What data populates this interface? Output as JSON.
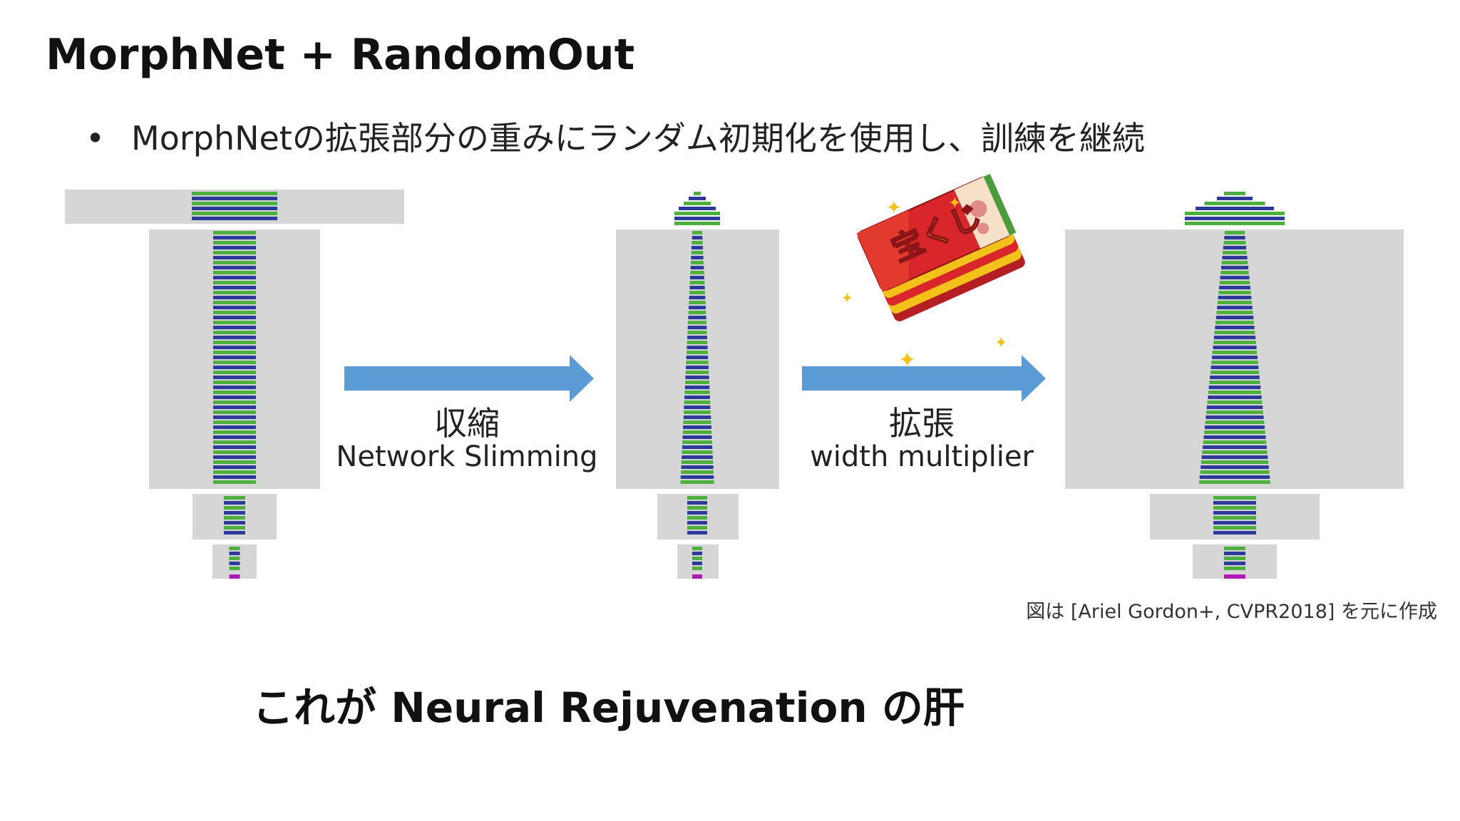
{
  "slide": {
    "title": "MorphNet + RandomOut",
    "bullet": "MorphNetの拡張部分の重みにランダム初期化を使用し、訓練を継続",
    "arrows": [
      {
        "jp": "収縮",
        "en": "Network Slimming"
      },
      {
        "jp": "拡張",
        "en": "width multiplier"
      }
    ],
    "ticket_text": "宝くじ",
    "caption": "図は [Ariel Gordon+, CVPR2018] を元に作成",
    "punchline": "これが Neural Rejuvenation の肝"
  },
  "colors": {
    "block_gray": "#d6d6d6",
    "bar_green": "#4caf3e",
    "bar_blue": "#2e3a9a",
    "bar_magenta": "#b01ab8",
    "arrow_blue": "#5a9bd5",
    "ticket_red": "#d8262b",
    "ticket_yellow": "#f2c21b",
    "ticket_green": "#4b9a3d"
  }
}
